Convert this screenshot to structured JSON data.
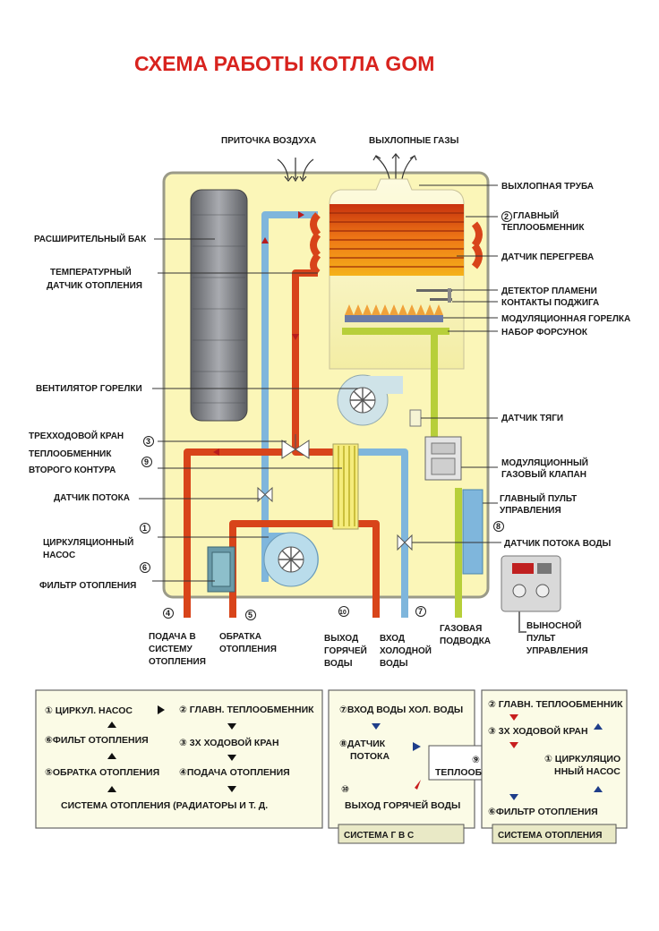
{
  "title": "СХЕМА РАБОТЫ КОТЛА GOM",
  "colors": {
    "hot": "#d8441a",
    "cold": "#7fb6dc",
    "gas": "#b7cf3a",
    "boiler_bg": "#fbf6b8",
    "title": "#d8231e",
    "arrow_black": "#111111",
    "arrow_blue": "#1f3e8a",
    "arrow_red": "#c81e1e"
  },
  "top_labels": {
    "air_intake": "ПРИТОЧКА ВОЗДУХА",
    "exhaust_gases": "ВЫХЛОПНЫЕ ГАЗЫ"
  },
  "left_labels": {
    "expansion_tank": "РАСШИРИТЕЛЬНЫЙ БАК",
    "temp_sensor_l1": "ТЕМПЕРАТУРНЫЙ",
    "temp_sensor_l2": "ДАТЧИК ОТОПЛЕНИЯ",
    "burner_fan": "ВЕНТИЛЯТОР ГОРЕЛКИ",
    "three_way_valve": "ТРЕХХОДОВОЙ КРАН",
    "secondary_hx_l1": "ТЕПЛООБМЕННИК",
    "secondary_hx_l2": "ВТОРОГО КОНТУРА",
    "flow_sensor": "ДАТЧИК ПОТОКА",
    "circ_pump_l1": "ЦИРКУЛЯЦИОННЫЙ",
    "circ_pump_l2": "НАСОС",
    "heating_filter": "ФИЛЬТР ОТОПЛЕНИЯ"
  },
  "right_labels": {
    "exhaust_pipe": "ВЫХЛОПНАЯ ТРУБА",
    "main_hx_l1": "ГЛАВНЫЙ",
    "main_hx_l2": "ТЕПЛООБМЕННИК",
    "overheat_sensor": "ДАТЧИК ПЕРЕГРЕВА",
    "flame_detector": "ДЕТЕКТОР ПЛАМЕНИ",
    "ignition_contacts": "КОНТАКТЫ ПОДЖИГА",
    "modulating_burner": "МОДУЛЯЦИОННАЯ ГОРЕЛКА",
    "nozzle_set": "НАБОР ФОРСУНОК",
    "draft_sensor": "ДАТЧИК ТЯГИ",
    "gas_valve_l1": "МОДУЛЯЦИОННЫЙ",
    "gas_valve_l2": "ГАЗОВЫЙ КЛАПАН",
    "control_panel_l1": "ГЛАВНЫЙ ПУЛЬТ",
    "control_panel_l2": "УПРАВЛЕНИЯ",
    "water_flow_sensor": "ДАТЧИК ПОТОКА ВОДЫ"
  },
  "bottom_labels": {
    "supply_l1": "ПОДАЧА В",
    "supply_l2": "СИСТЕМУ",
    "supply_l3": "ОТОПЛЕНИЯ",
    "return_l1": "ОБРАТКА",
    "return_l2": "ОТОПЛЕНИЯ",
    "hot_out_l1": "ВЫХОД",
    "hot_out_l2": "ГОРЯЧЕЙ",
    "hot_out_l3": "ВОДЫ",
    "cold_in_l1": "ВХОД",
    "cold_in_l2": "ХОЛОДНОЙ",
    "cold_in_l3": "ВОДЫ",
    "gas_l1": "ГАЗОВАЯ",
    "gas_l2": "ПОДВОДКА",
    "remote_l1": "ВЫНОСНОЙ",
    "remote_l2": "ПУЛЬТ",
    "remote_l3": "УПРАВЛЕНИЯ"
  },
  "markers": [
    "1",
    "2",
    "3",
    "4",
    "5",
    "6",
    "7",
    "8",
    "9",
    "10"
  ],
  "panel_heating": {
    "pump": "① ЦИРКУЛ. НАСОС",
    "main_hx": "② ГЛАВН. ТЕПЛООБМЕННИК",
    "filter": "⑥ФИЛЬТ ОТОПЛЕНИЯ",
    "valve": "③ 3Х ХОДОВОЙ КРАН",
    "return": "⑤ОБРАТКА ОТОПЛЕНИЯ",
    "supply": "④ПОДАЧА ОТОПЛЕНИЯ",
    "radiators": "СИСТЕМА ОТОПЛЕНИЯ (РАДИАТОРЫ И Т. Д."
  },
  "panel_dhw": {
    "cold_in": "⑦ВХОД ВОДЫ ХОЛ. ВОДЫ",
    "sensor_l1": "⑧ДАТЧИК",
    "sensor_l2": "ПОТОКА",
    "hx_num": "⑨",
    "hx": "ТЕПЛООБМЕННИК",
    "hot_num": "⑩",
    "hot_out": "ВЫХОД ГОРЯЧЕЙ ВОДЫ",
    "tag": "СИСТЕМА Г В С"
  },
  "panel_heat2": {
    "main_hx": "② ГЛАВН. ТЕПЛООБМЕННИК",
    "valve": "③ 3Х ХОДОВОЙ КРАН",
    "pump_l1": "① ЦИРКУЛЯЦИО",
    "pump_l2": "ННЫЙ НАСОС",
    "filter": "⑥ФИЛЬТР ОТОПЛЕНИЯ",
    "tag": "СИСТЕМА ОТОПЛЕНИЯ"
  }
}
